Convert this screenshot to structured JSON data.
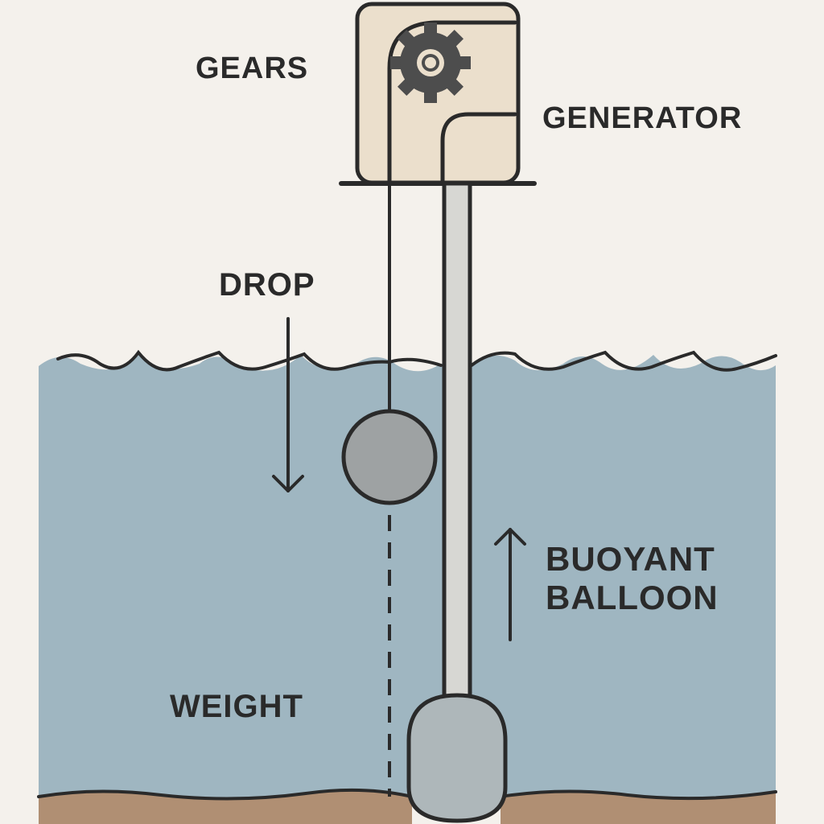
{
  "labels": {
    "gears": "GEARS",
    "generator": "GENERATOR",
    "drop": "DROP",
    "buoyant_line1": "BUOYANT",
    "buoyant_line2": "BALLOON",
    "weight": "WEIGHT"
  },
  "colors": {
    "background": "#f4f1ec",
    "water": "#9fb6c1",
    "seabed": "#b08f73",
    "housing": "#ebdfcc",
    "gear": "#4d4d4d",
    "weight_ball": "#9ea2a3",
    "balloon": "#aeb7ba",
    "pipe": "#d7d7d3",
    "stroke": "#2a2a2a"
  },
  "icons": {
    "gear": "gear-icon",
    "drop_arrow": "arrow-down-icon",
    "buoyant_arrow": "arrow-up-icon"
  }
}
